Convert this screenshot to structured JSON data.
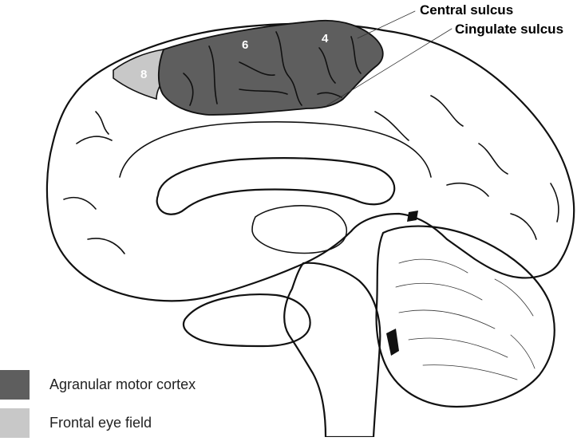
{
  "callouts": {
    "central_sulcus": "Central sulcus",
    "cingulate_sulcus": "Cingulate sulcus"
  },
  "areas": {
    "area_8": "8",
    "area_6": "6",
    "area_4": "4"
  },
  "legend": [
    {
      "label": "Agranular motor cortex",
      "color": "#5e5e5e"
    },
    {
      "label": "Frontal eye field",
      "color": "#c8c8c8"
    }
  ]
}
